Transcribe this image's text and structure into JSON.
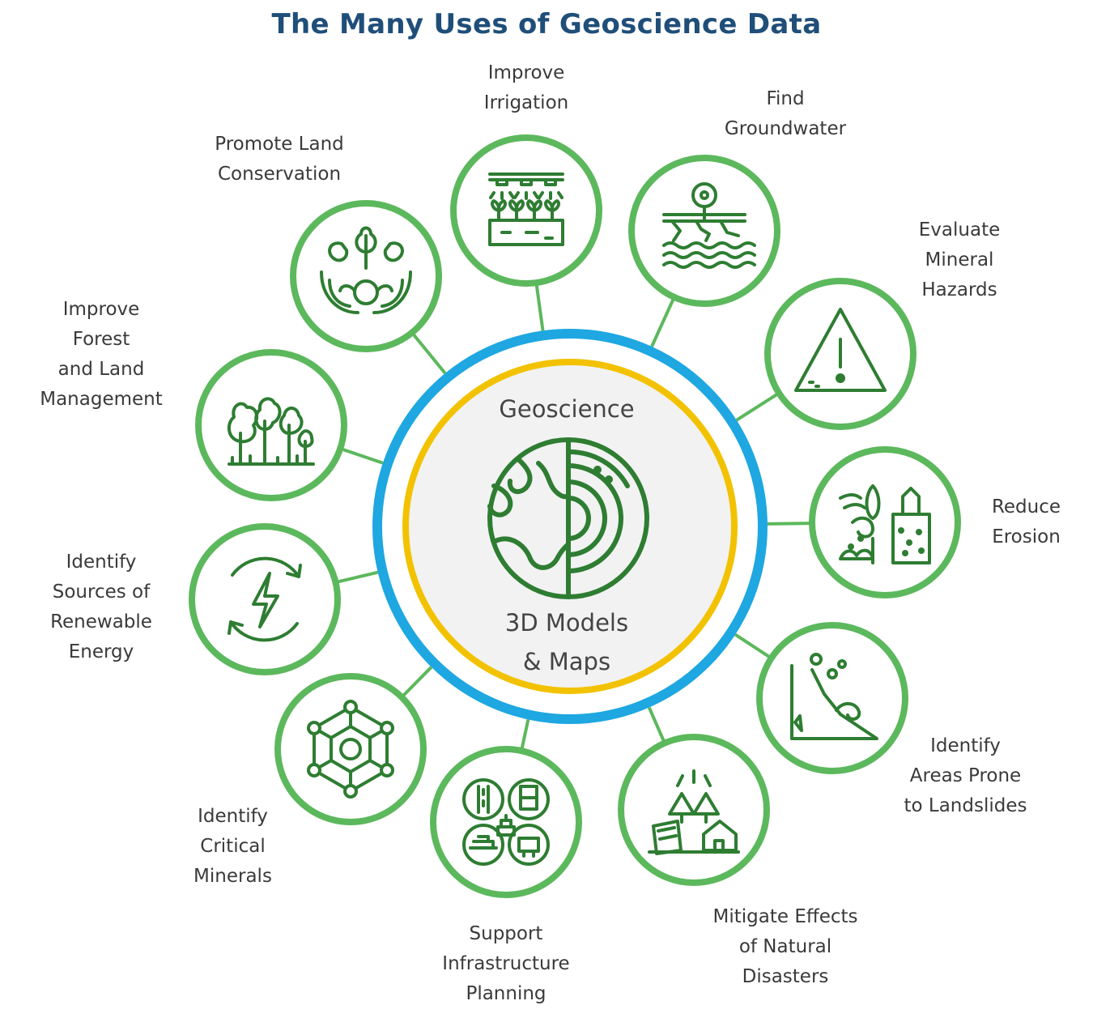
{
  "title": "The Many Uses of Geoscience Data",
  "center": {
    "top_label": "Geoscience",
    "bottom_label": "3D Models\n& Maps",
    "icon": "globe-section-icon"
  },
  "colors": {
    "title": "#1f4e79",
    "node_ring": "#5cb85c",
    "icon_stroke": "#2e7d32",
    "outer_ring": "#1ea7e1",
    "inner_ring": "#f2c200",
    "center_fill": "#f2f2f2",
    "text": "#3a3a3a"
  },
  "uses": [
    {
      "label": "Improve\nIrrigation",
      "icon": "irrigation-icon"
    },
    {
      "label": "Find\nGroundwater",
      "icon": "groundwater-icon"
    },
    {
      "label": "Evaluate\nMineral\nHazards",
      "icon": "warning-icon"
    },
    {
      "label": "Reduce\nErosion",
      "icon": "erosion-icon"
    },
    {
      "label": "Identify\nAreas Prone\nto Landslides",
      "icon": "landslide-icon"
    },
    {
      "label": "Mitigate Effects\nof Natural\nDisasters",
      "icon": "natural-disaster-icon"
    },
    {
      "label": "Support\nInfrastructure\nPlanning",
      "icon": "infrastructure-icon"
    },
    {
      "label": "Identify\nCritical\nMinerals",
      "icon": "mineral-structure-icon"
    },
    {
      "label": "Identify\nSources of\nRenewable\nEnergy",
      "icon": "renewable-energy-icon"
    },
    {
      "label": "Improve\nForest\nand Land\nManagement",
      "icon": "forest-icon"
    },
    {
      "label": "Promote Land\nConservation",
      "icon": "hands-tree-icon"
    }
  ]
}
